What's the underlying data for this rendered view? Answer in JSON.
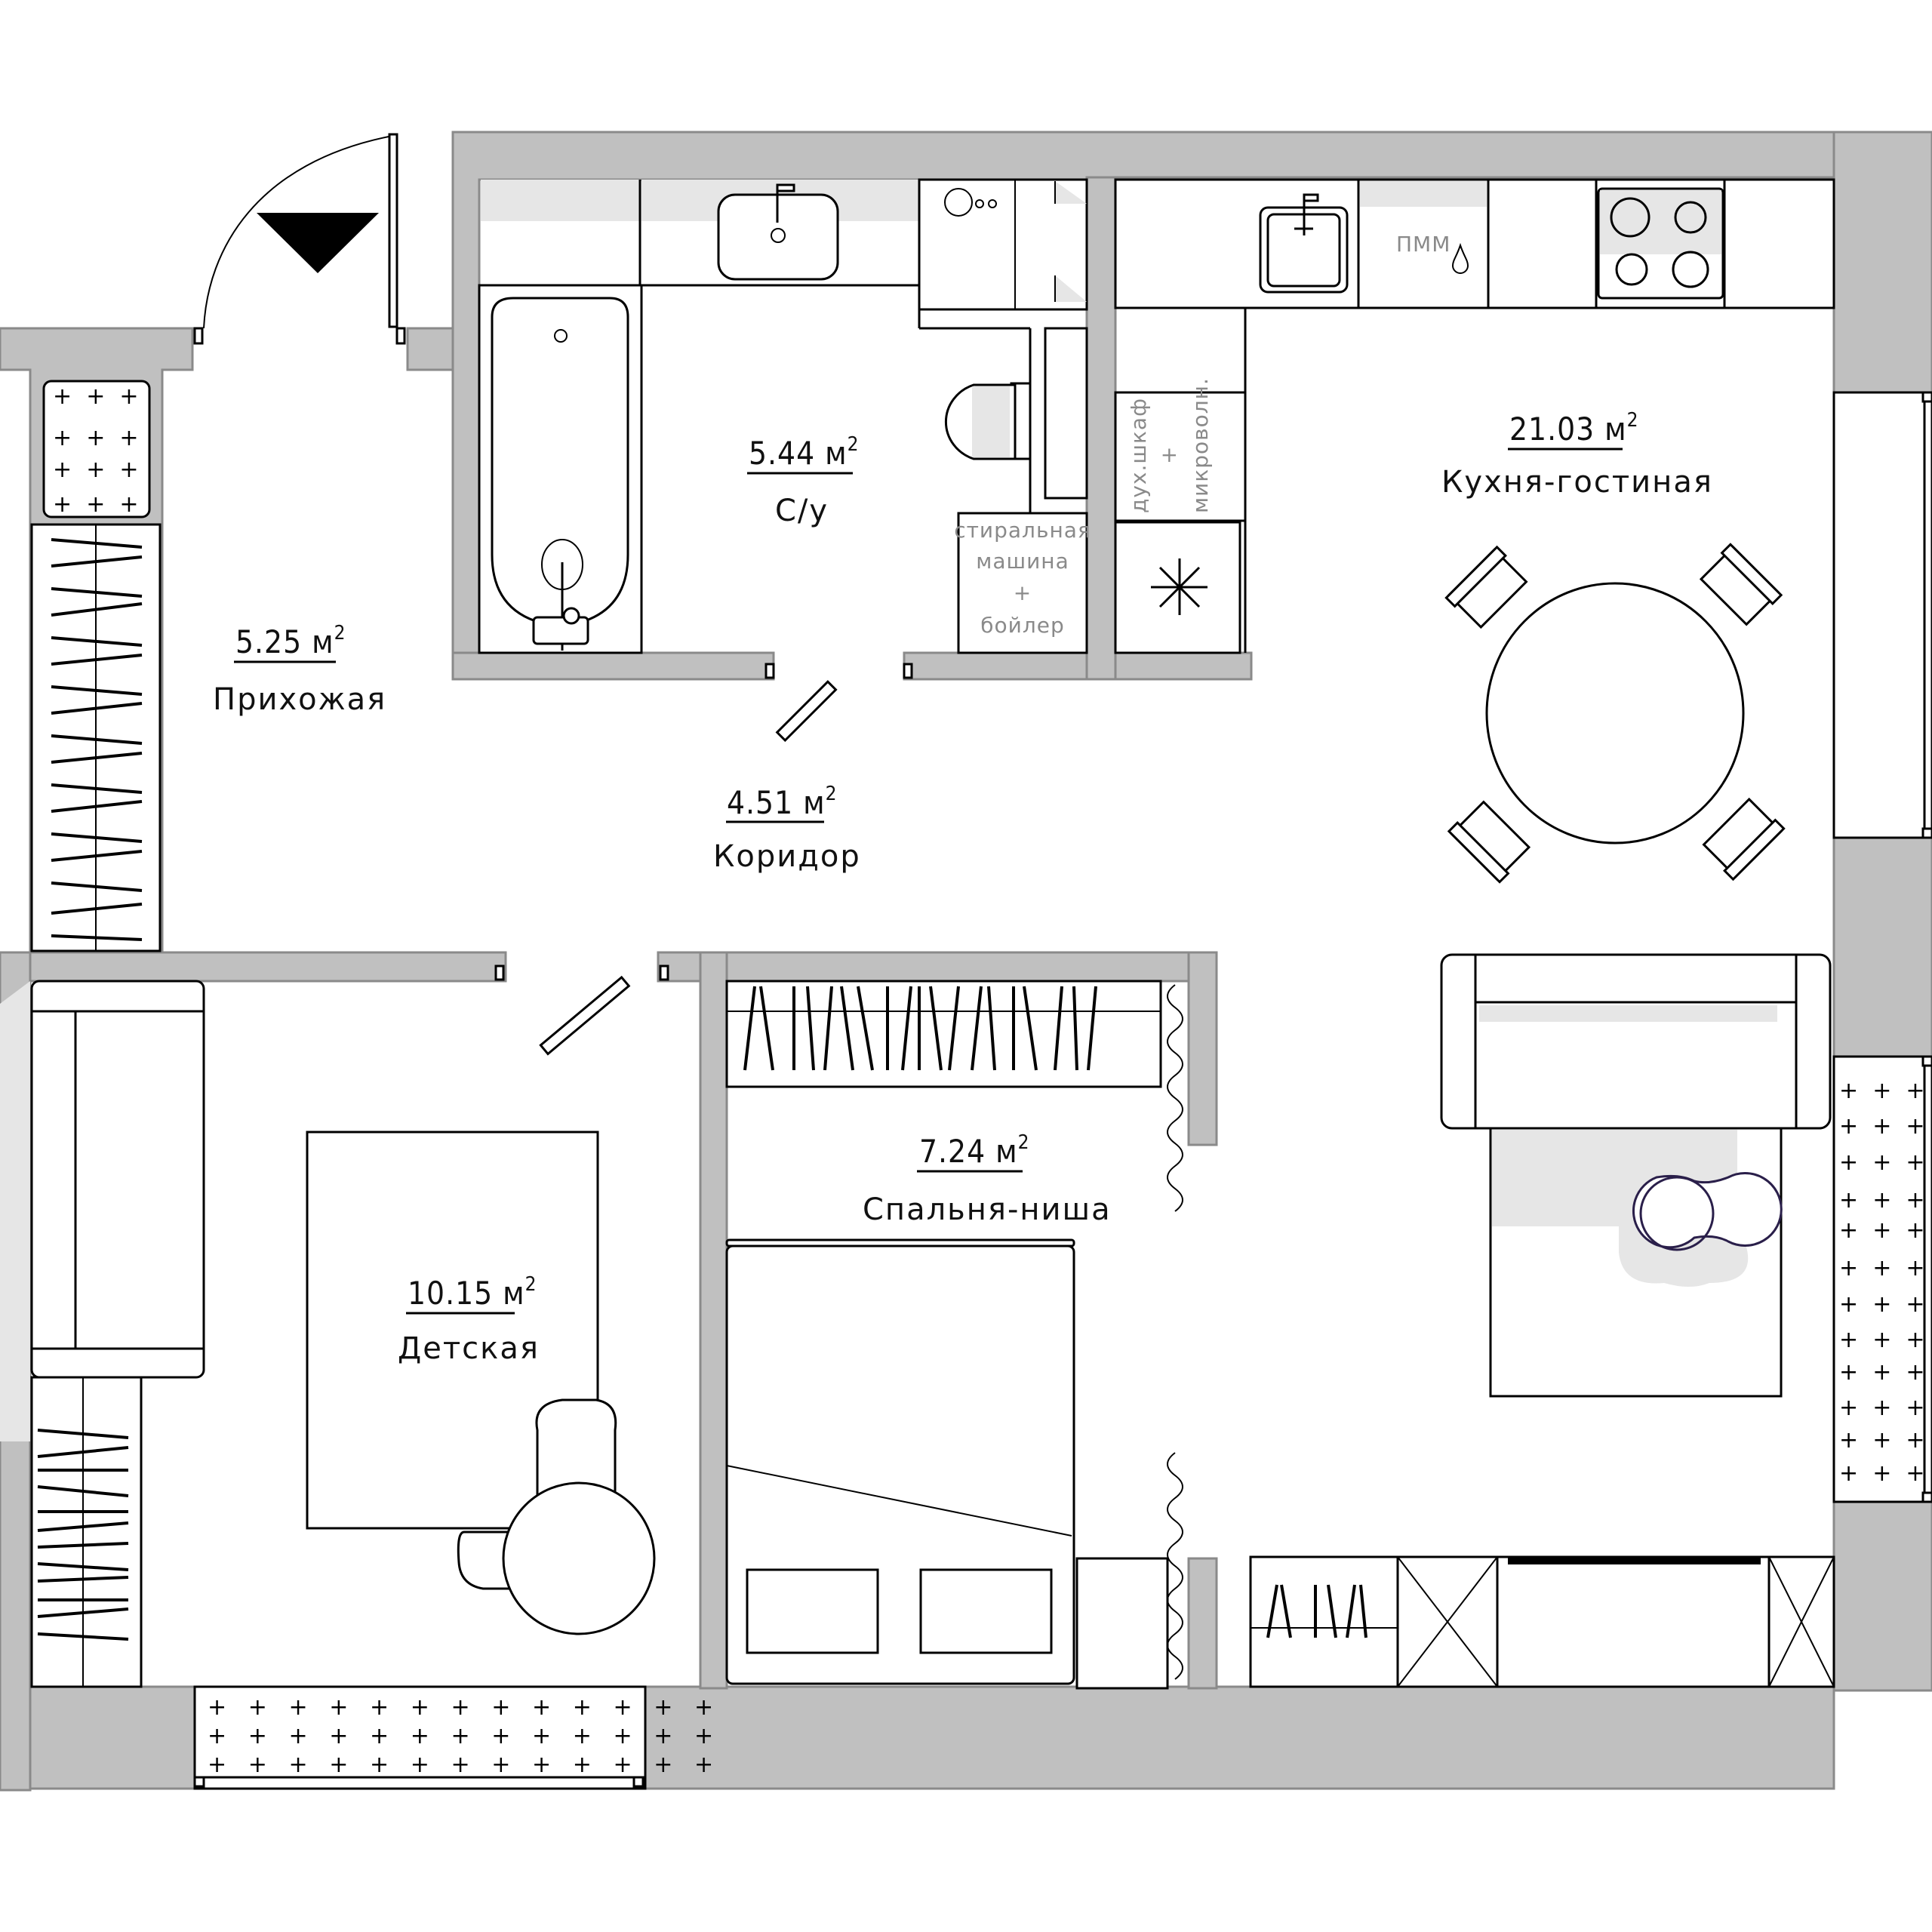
{
  "plan": {
    "type": "apartment-floor-plan",
    "rooms": [
      {
        "id": "hallway",
        "area": "5.25 м",
        "sup": "2",
        "name": "Прихожая"
      },
      {
        "id": "bathroom",
        "area": "5.44 м",
        "sup": "2",
        "name": "С/у"
      },
      {
        "id": "kitchen_living",
        "area": "21.03 м",
        "sup": "2",
        "name": "Кухня-гостиная"
      },
      {
        "id": "corridor",
        "area": "4.51 м",
        "sup": "2",
        "name": "Коридор"
      },
      {
        "id": "bedroom_niche",
        "area": "7.24 м",
        "sup": "2",
        "name": "Спальня-ниша"
      },
      {
        "id": "kids_room",
        "area": "10.15 м",
        "sup": "2",
        "name": "Детская"
      }
    ],
    "fixtures": {
      "washer": {
        "line1": "стиральная",
        "line2": "машина",
        "line3": "+",
        "line4": "бойлер"
      },
      "oven": {
        "line1": "дух.шкаф",
        "line2": "+",
        "line3": "микроволн."
      },
      "dishwasher": {
        "label": "ПММ"
      }
    },
    "radiator_glyph": "+",
    "colors": {
      "wall": "#c0c0c0",
      "wall_stroke": "#8a8a8a",
      "shadow": "#e6e6e6",
      "line": "#000000",
      "label_gray": "#8a8a8a",
      "pouf_outline": "#2a1f4a"
    }
  }
}
